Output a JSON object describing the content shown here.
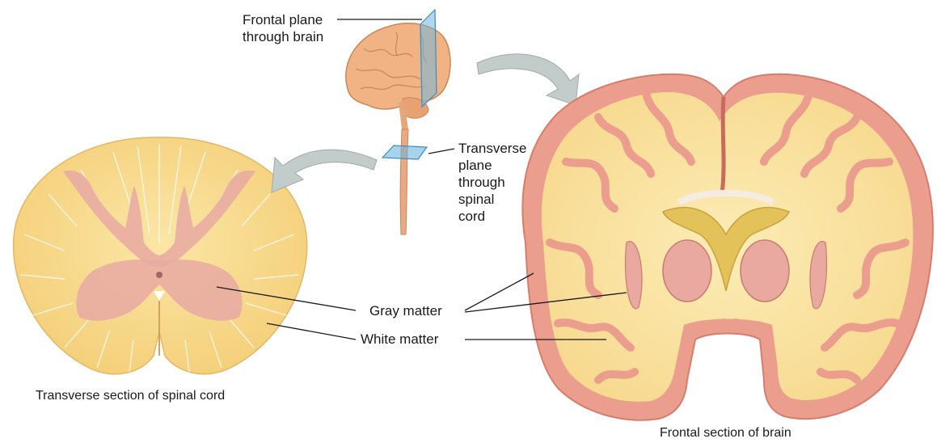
{
  "labels": {
    "frontal_plane": "Frontal plane\nthrough brain",
    "transverse_plane": "Transverse\nplane\nthrough\nspinal\ncord",
    "gray_matter": "Gray matter",
    "white_matter": "White matter"
  },
  "captions": {
    "spinal_cord": "Transverse section of spinal cord",
    "brain": "Frontal section of brain"
  },
  "colors": {
    "white_matter": "#f9dd93",
    "gray_matter": "#e8a9a0",
    "cortex": "#eb9c8c",
    "plane": "#6fb6dc",
    "arrow": "#c2cccb"
  }
}
